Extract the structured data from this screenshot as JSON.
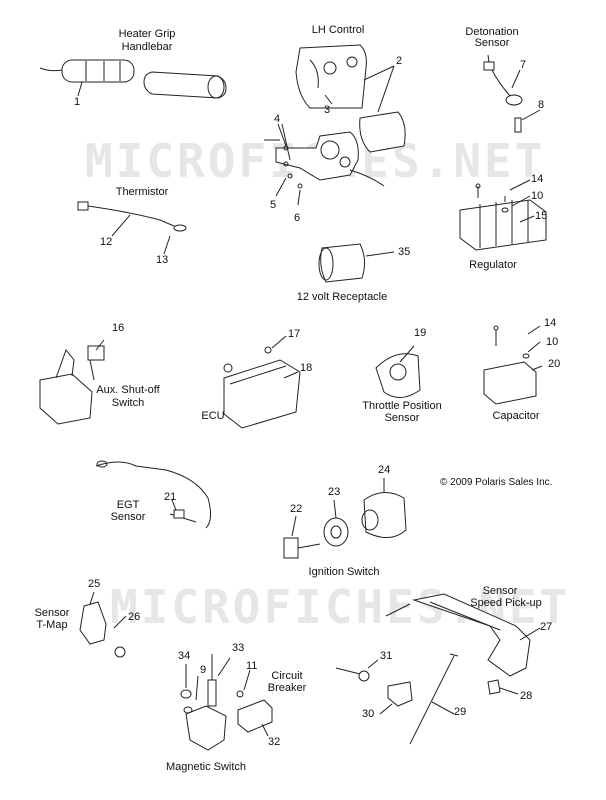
{
  "watermark": "MICROFICHES.NET",
  "copyright": "© 2009 Polaris Sales Inc.",
  "labels": {
    "heater_grip": "Heater Grip",
    "handlebar": "Handlebar",
    "lh_control": "LH Control",
    "detonation": "Detonation",
    "sensor_a": "Sensor",
    "thermistor": "Thermistor",
    "regulator": "Regulator",
    "receptacle": "12 volt Receptacle",
    "aux_shutoff": "Aux. Shut-off",
    "switch_a": "Switch",
    "ecu": "ECU",
    "throttle_position": "Throttle Position",
    "sensor_b": "Sensor",
    "capacitor": "Capacitor",
    "egt": "EGT",
    "sensor_c": "Sensor",
    "ignition_switch": "Ignition Switch",
    "sensor_d": "Sensor",
    "speed_pickup": "Speed Pick-up",
    "sensor_e": "Sensor",
    "t_map": "T-Map",
    "circuit": "Circuit",
    "breaker": "Breaker",
    "magnetic_switch": "Magnetic Switch"
  },
  "numbers": {
    "n1": "1",
    "n2": "2",
    "n3": "3",
    "n4": "4",
    "n5": "5",
    "n6": "6",
    "n7": "7",
    "n8": "8",
    "n10a": "10",
    "n14a": "14",
    "n15": "15",
    "n12": "12",
    "n13": "13",
    "n35": "35",
    "n16": "16",
    "n17": "17",
    "n18": "18",
    "n19": "19",
    "n14b": "14",
    "n10b": "10",
    "n20": "20",
    "n21": "21",
    "n22": "22",
    "n23": "23",
    "n24": "24",
    "n25": "25",
    "n26": "26",
    "n27": "27",
    "n33": "33",
    "n34": "34",
    "n9": "9",
    "n11": "11",
    "n31": "31",
    "n32": "32",
    "n30": "30",
    "n29": "29",
    "n28": "28"
  }
}
